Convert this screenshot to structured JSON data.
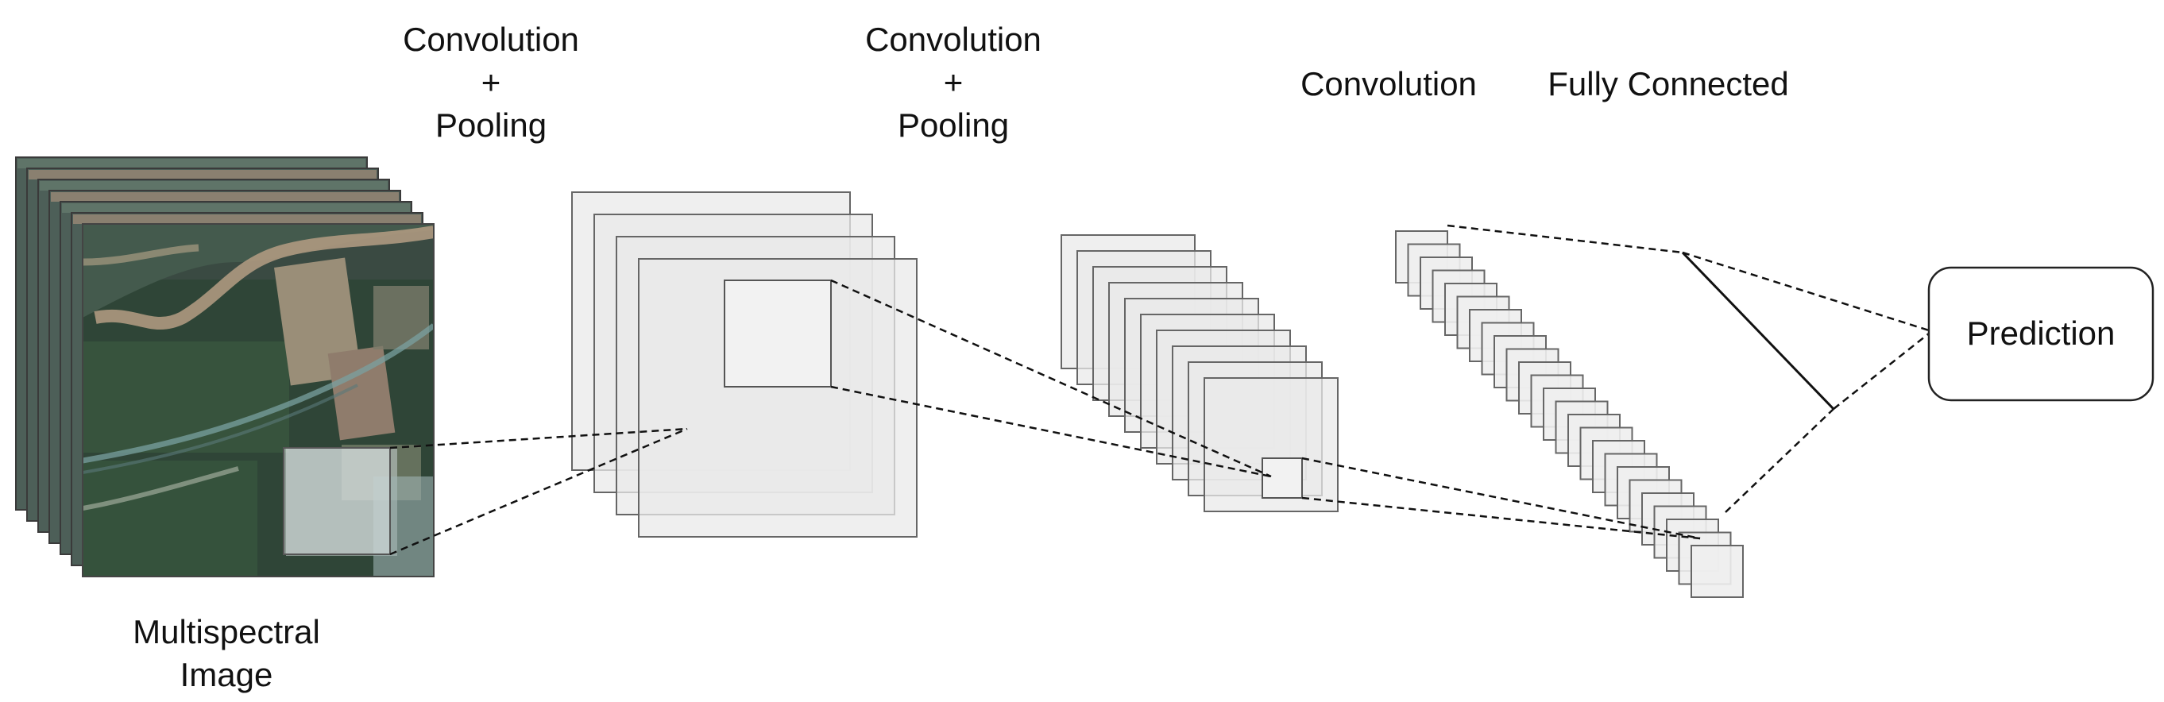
{
  "labels": {
    "stage1": {
      "line1": "Convolution",
      "line2": "+",
      "line3": "Pooling"
    },
    "stage2": {
      "line1": "Convolution",
      "line2": "+",
      "line3": "Pooling"
    },
    "stage3": "Convolution",
    "stage4": "Fully Connected",
    "input": {
      "line1": "Multispectral",
      "line2": "Image"
    },
    "output": "Prediction"
  },
  "layers": {
    "input_bands": 7,
    "conv_pool_1_maps": 4,
    "conv_pool_2_maps": 10,
    "fully_connected_units": 25
  },
  "colors": {
    "stroke": "#555555",
    "map_fill": "#e9e9e9",
    "dashed_line": "#111111",
    "image_dark": "#2f4537",
    "image_field": "#9a8e78"
  }
}
